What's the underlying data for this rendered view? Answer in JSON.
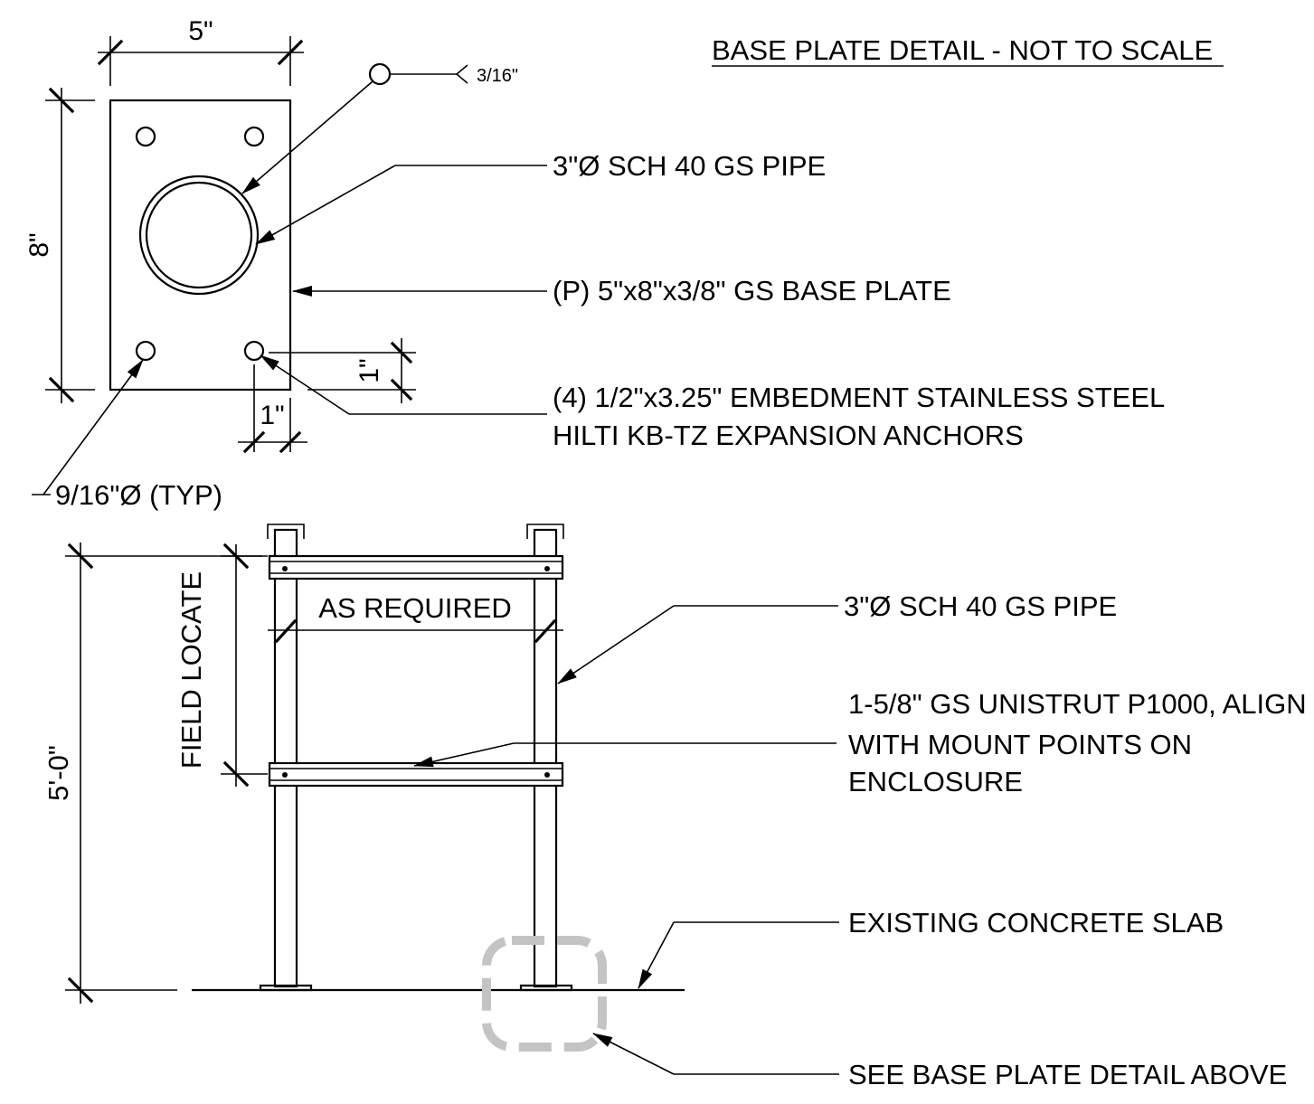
{
  "title": "BASE PLATE DETAIL - NOT TO SCALE",
  "base_plate_detail": {
    "dim_width": "5\"",
    "dim_height": "8\"",
    "dim_edge_vertical": "1\"",
    "dim_edge_horizontal": "1\"",
    "weld_symbol": "3/16\"",
    "hole_note": "9/16\"Ø (TYP)",
    "callouts": {
      "pipe": "3\"Ø SCH 40 GS PIPE",
      "plate": "(P) 5\"x8\"x3/8\" GS BASE PLATE",
      "anchors_line1": "(4) 1/2\"x3.25\" EMBEDMENT STAINLESS STEEL",
      "anchors_line2": "HILTI KB-TZ EXPANSION ANCHORS"
    }
  },
  "elevation": {
    "dim_overall_height": "5'-0\"",
    "dim_field_locate": "FIELD LOCATE",
    "dim_as_required": "AS REQUIRED",
    "callouts": {
      "pipe": "3\"Ø SCH 40 GS PIPE",
      "unistrut_line1": "1-5/8\" GS UNISTRUT P1000, ALIGN",
      "unistrut_line2": "WITH MOUNT POINTS ON",
      "unistrut_line3": "ENCLOSURE",
      "slab": "EXISTING CONCRETE SLAB",
      "see_detail": "SEE BASE PLATE DETAIL ABOVE"
    }
  },
  "colors": {
    "ink": "#000000",
    "marker": "#c4c4c4"
  }
}
